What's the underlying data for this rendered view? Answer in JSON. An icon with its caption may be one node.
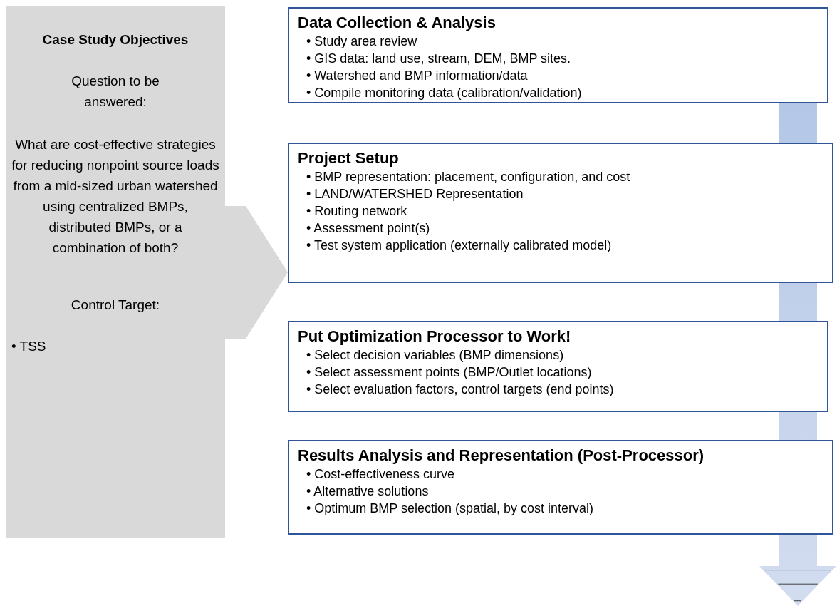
{
  "diagram": {
    "nodes": [
      {
        "text": [
          "Case Study Objectives",
          "Question to be answered:",
          "What are cost-effective strategies for reducing nonpoint source loads from a mid-sized urban watershed using centralized BMPs, distributed BMPs, or a combination of both?",
          "Control Target:",
          "• TSS"
        ]
      },
      {
        "text": [
          "Data Collection & Analysis",
          "• Study area review",
          "• GIS data: land use, stream, DEM, BMP sites.",
          "• Watershed and BMP information/data",
          "• Compile monitoring data (calibration/validation)"
        ]
      },
      {
        "text": [
          "Project Setup",
          "• BMP representation: placement, configuration, and cost",
          "• LAND/WATERSHED Representation",
          "• Routing network",
          "• Assessment point(s)",
          "• Test system application (externally calibrated model)"
        ]
      },
      {
        "text": [
          "Put Optimization Processor to Work!",
          "• Select decision variables (BMP dimensions)",
          "• Select assessment points (BMP/Outlet locations)",
          "• Select evaluation factors, control targets (end points)"
        ]
      },
      {
        "text": [
          "Results Analysis and Representation (Post-Processor)",
          "• Cost-effectiveness curve",
          "• Alternative solutions",
          "• Optimum BMP selection (spatial, by cost interval)"
        ]
      }
    ],
    "edges": [
      {
        "from": 1,
        "to": 2,
        "arrow": "none",
        "style": "thick"
      },
      {
        "from": 2,
        "to": 3,
        "arrow": "none",
        "style": "thick"
      },
      {
        "from": 3,
        "to": 4,
        "arrow": "none",
        "style": "thick"
      },
      {
        "from": 4,
        "to": null,
        "arrow": "to",
        "style": "thick"
      }
    ]
  }
}
